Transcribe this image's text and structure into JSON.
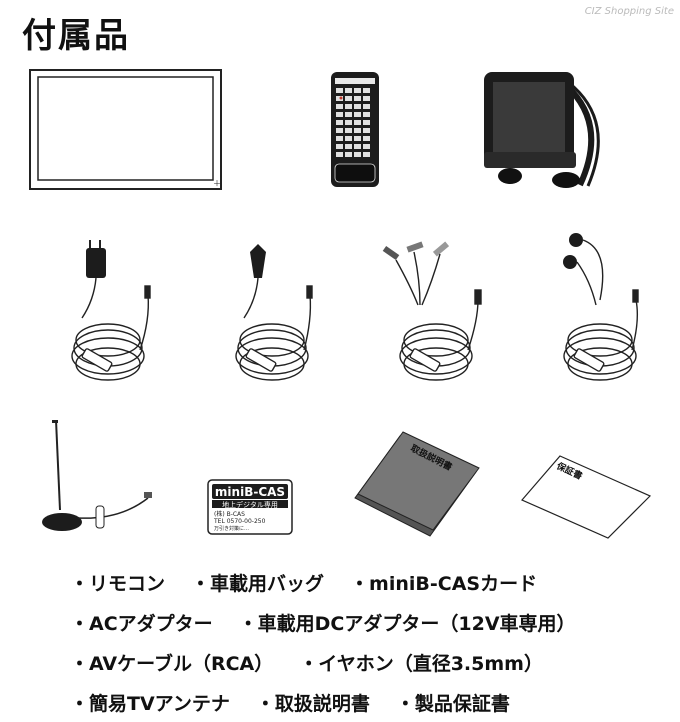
{
  "header": {
    "title": "付属品",
    "watermark": "CIZ Shopping Site"
  },
  "cards": {
    "bcas_logo": "miniB-CAS",
    "bcas_sub": "地上デジタル専用",
    "bcas_line1": "(株) B-CAS",
    "bcas_line2": "TEL 0570-00-250",
    "bcas_line3": "万引き対策に…",
    "manual_label": "取扱説明書",
    "warranty_label": "保証書"
  },
  "captions": {
    "row1": [
      "・リモコン",
      "・車載用バッグ",
      "・miniB-CASカード"
    ],
    "row2": [
      "・ACアダプター",
      "・車載用DCアダプター（12V車専用）"
    ],
    "row3": [
      "・AVケーブル（RCA）",
      "・イヤホン（直径3.5mm）"
    ],
    "row4": [
      "・簡易TVアンテナ",
      "・取扱説明書",
      "・製品保証書"
    ]
  }
}
